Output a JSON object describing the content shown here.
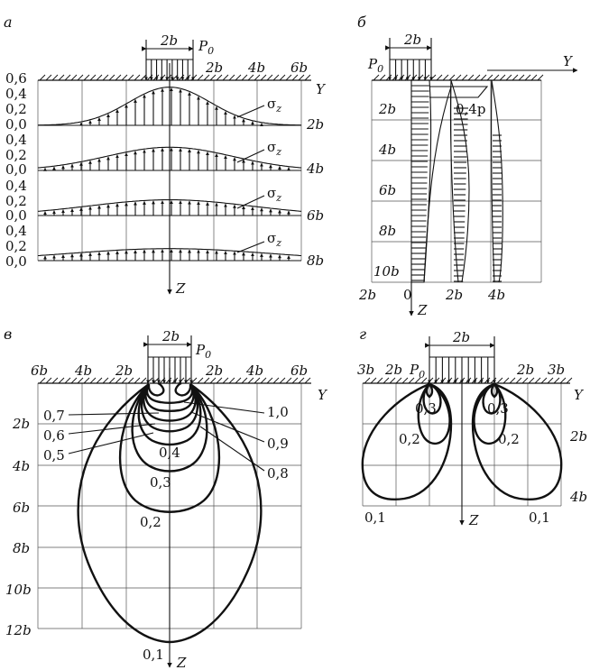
{
  "panels": {
    "a": {
      "label": "а",
      "load_width": "2b",
      "load": "P",
      "load_sub": "0",
      "top_ticks": [
        "2b",
        "4b",
        "6b"
      ],
      "axis_y": "Y",
      "axis_z": "Z",
      "stress_letter": "σ",
      "stress_sub": "z",
      "bands": [
        {
          "ticks": [
            "0,6",
            "0,4",
            "0,2",
            "0,0"
          ],
          "depth": "2b",
          "peak": 0.51
        },
        {
          "ticks": [
            "0,4",
            "0,2",
            "0,0"
          ],
          "depth": "4b",
          "peak": 0.31
        },
        {
          "ticks": [
            "0,4",
            "0,2",
            "0,0"
          ],
          "depth": "6b",
          "peak": 0.21
        },
        {
          "ticks": [
            "0,4",
            "0,2",
            "0,0"
          ],
          "depth": "8b",
          "peak": 0.16
        }
      ]
    },
    "b": {
      "label": "б",
      "load_width": "2b",
      "load": "P",
      "load_sub": "0",
      "axis_y": "Y",
      "axis_z": "Z",
      "depth_ticks": [
        "2b",
        "4b",
        "6b",
        "8b",
        "10b"
      ],
      "bottom_ticks": [
        "2b",
        "0",
        "2b",
        "4b"
      ],
      "value_label": "0,4p"
    },
    "v": {
      "label": "в",
      "load_width": "2b",
      "load": "P",
      "load_sub": "0",
      "top_ticks": [
        "6b",
        "4b",
        "2b",
        "2b",
        "4b",
        "6b"
      ],
      "axis_y": "Y",
      "axis_z": "Z",
      "depth_ticks": [
        "2b",
        "4b",
        "6b",
        "8b",
        "10b",
        "12b"
      ],
      "isobar_labels_left": [
        "0,7",
        "0,6",
        "0,5"
      ],
      "isobar_labels_right": [
        "1,0",
        "0,9",
        "0,8"
      ],
      "isobar_labels_inner": [
        "0,4",
        "0,3",
        "0,2",
        "0,1"
      ]
    },
    "g": {
      "label": "г",
      "load_width": "2b",
      "load": "P",
      "load_sub": "0",
      "top_ticks": [
        "3b",
        "2b",
        "2b",
        "3b"
      ],
      "axis_y": "Y",
      "axis_z": "Z",
      "side_ticks": [
        "2b",
        "4b"
      ],
      "labels_left": [
        "0,3",
        "0,2",
        "0,1"
      ],
      "labels_right": [
        "0,3",
        "0,2",
        "0,1"
      ]
    }
  }
}
